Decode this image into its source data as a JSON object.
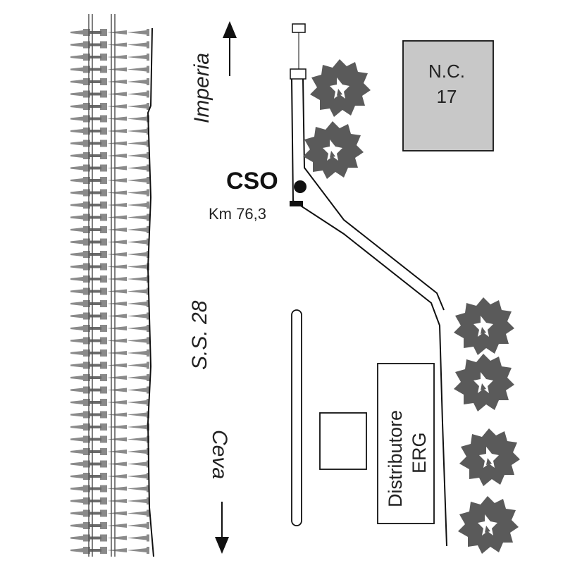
{
  "map": {
    "labels": {
      "north_destination": "Imperia",
      "south_destination": "Ceva",
      "road_name": "S.S. 28",
      "station_code": "CSO",
      "station_km": "Km 76,3",
      "building_line1": "N.C.",
      "building_line2": "17",
      "station_building_line1": "Distributore",
      "station_building_line2": "ERG"
    },
    "colors": {
      "ink": "#111111",
      "building_fill": "#c8c8c8",
      "tree_fill": "#5a5a5a",
      "rail_gray": "#7a7a7a"
    },
    "icons": {
      "north_arrow": "arrow-up-icon",
      "south_arrow": "arrow-down-icon",
      "station_marker": "station-dot-icon",
      "tree": "tree-icon"
    }
  }
}
